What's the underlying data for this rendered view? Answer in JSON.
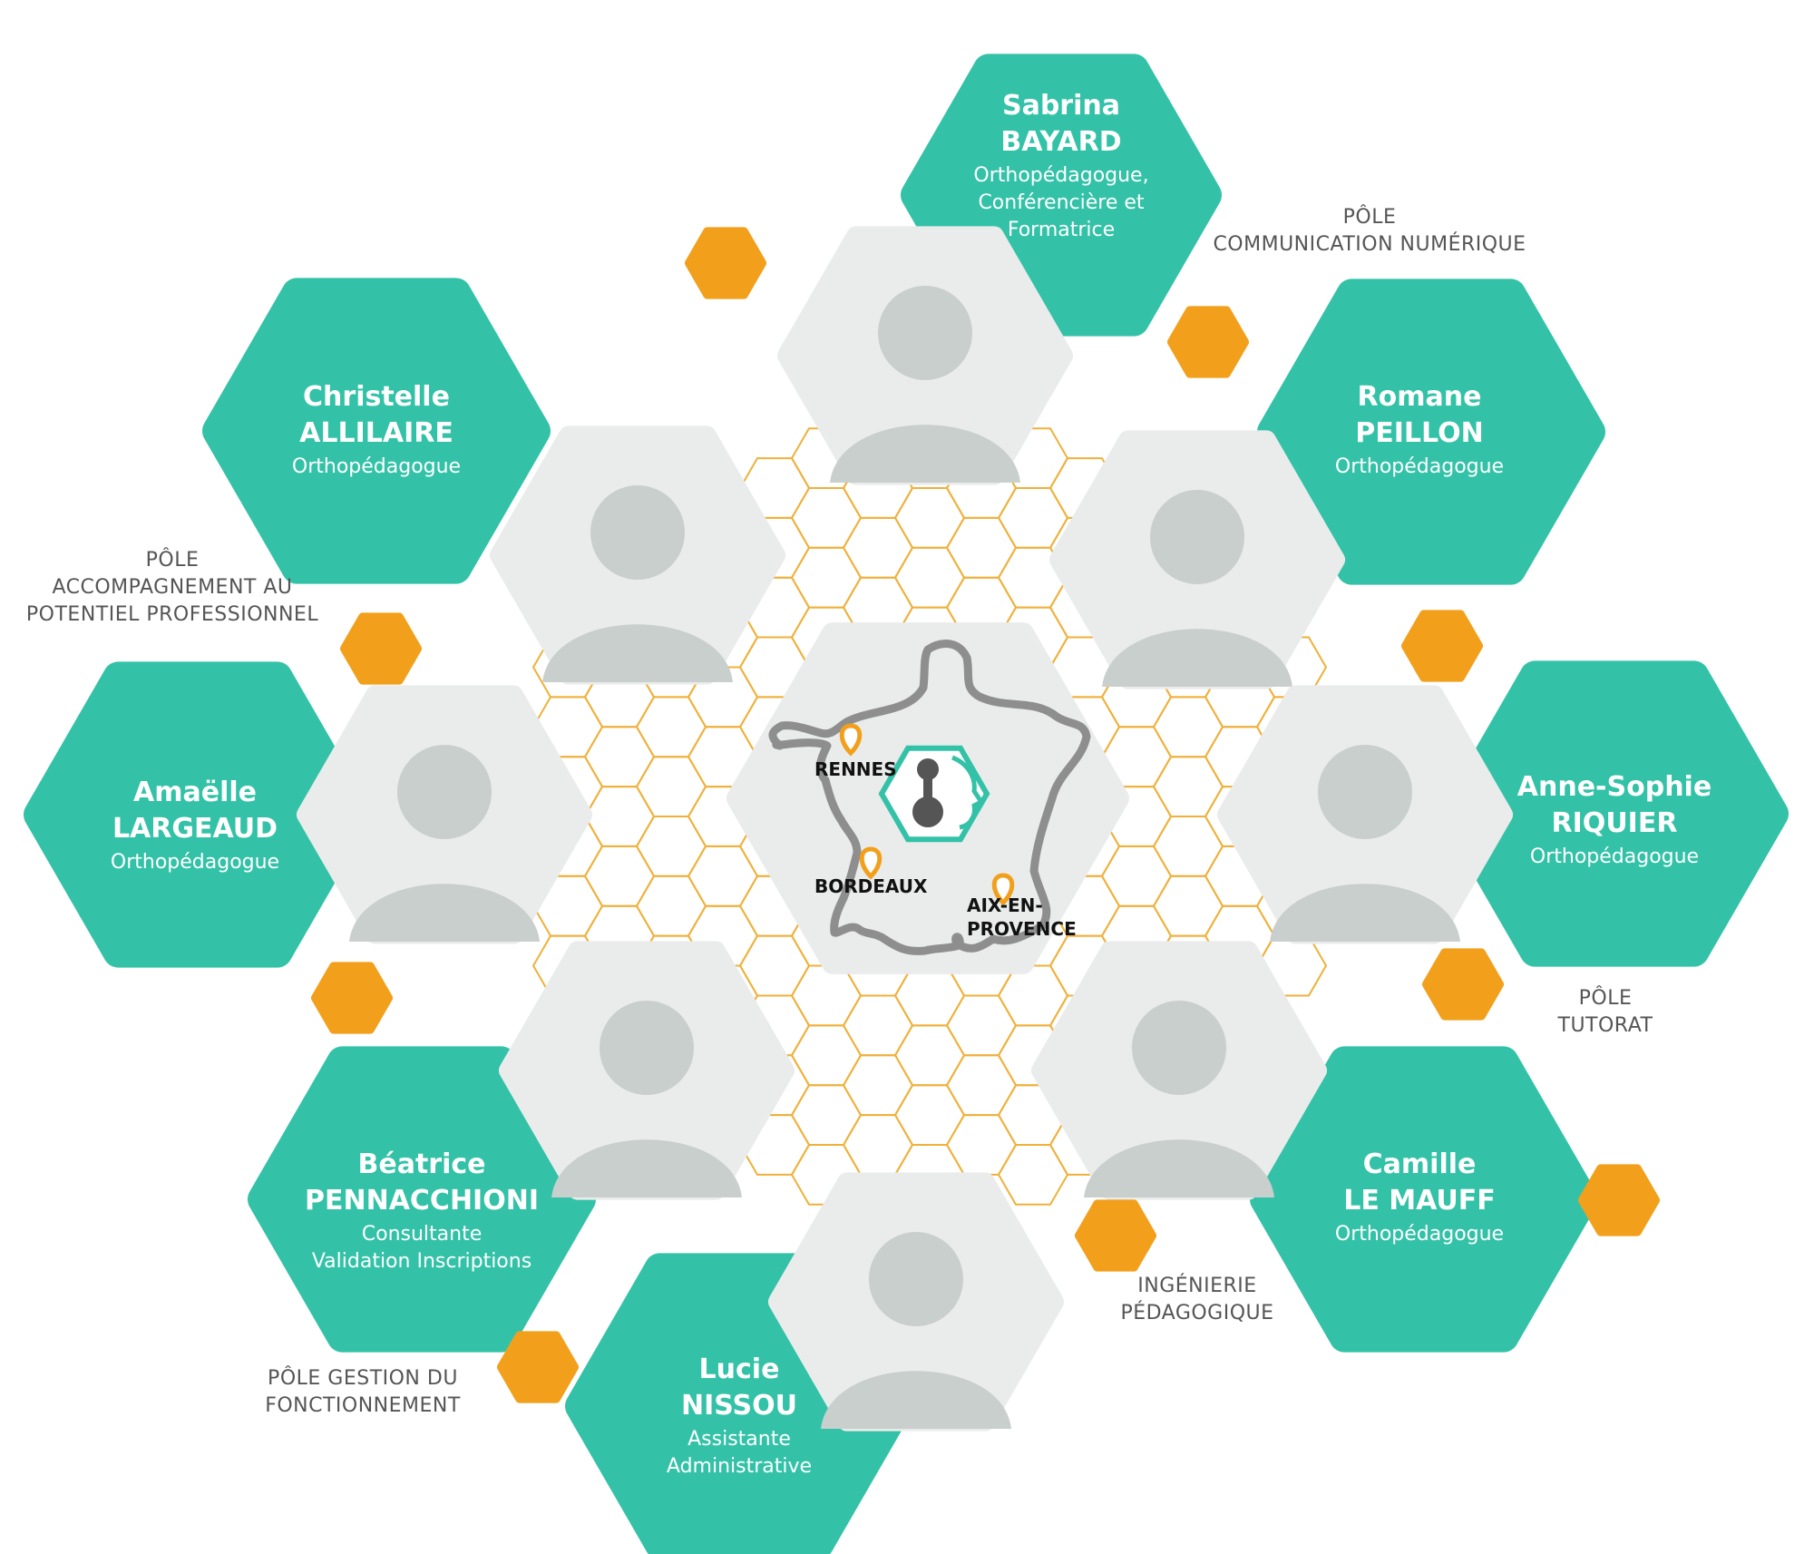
{
  "colors": {
    "teal": "#33c2a7",
    "orange": "#f2a01c",
    "photo_bg": "#e9eceb",
    "honeycomb_line": "#f0b03a",
    "map_outline": "#8e8e8e",
    "text_gray": "#555555"
  },
  "people": [
    {
      "id": "sabrina",
      "first": "Sabrina",
      "last": "BAYARD",
      "role": [
        "Orthopédagogue,",
        "Conférencière et",
        "Formatrice"
      ]
    },
    {
      "id": "christelle",
      "first": "Christelle",
      "last": "ALLILAIRE",
      "role": [
        "Orthopédagogue"
      ]
    },
    {
      "id": "romane",
      "first": "Romane",
      "last": "PEILLON",
      "role": [
        "Orthopédagogue"
      ]
    },
    {
      "id": "amaelle",
      "first": "Amaëlle",
      "last": "LARGEAUD",
      "role": [
        "Orthopédagogue"
      ]
    },
    {
      "id": "annesophie",
      "first": "Anne-Sophie",
      "last": "RIQUIER",
      "role": [
        "Orthopédagogue"
      ]
    },
    {
      "id": "beatrice",
      "first": "Béatrice",
      "last": "PENNACCHIONI",
      "role": [
        "Consultante",
        "Validation Inscriptions"
      ]
    },
    {
      "id": "camille",
      "first": "Camille",
      "last": "LE MAUFF",
      "role": [
        "Orthopédagogue"
      ]
    },
    {
      "id": "lucie",
      "first": "Lucie",
      "last": "NISSOU",
      "role": [
        "Assistante",
        "Administrative"
      ]
    }
  ],
  "poles": [
    {
      "id": "communication",
      "lines": [
        "PÔLE",
        "COMMUNICATION NUMÉRIQUE"
      ]
    },
    {
      "id": "accompagnement",
      "lines": [
        "PÔLE",
        "ACCOMPAGNEMENT AU",
        "POTENTIEL PROFESSIONNEL"
      ]
    },
    {
      "id": "tutorat",
      "lines": [
        "PÔLE",
        "TUTORAT"
      ]
    },
    {
      "id": "ingenierie",
      "lines": [
        "INGÉNIERIE",
        "PÉDAGOGIQUE"
      ]
    },
    {
      "id": "gestion",
      "lines": [
        "PÔLE GESTION DU",
        "FONCTIONNEMENT"
      ]
    }
  ],
  "map": {
    "cities": [
      {
        "id": "rennes",
        "lines": [
          "RENNES"
        ]
      },
      {
        "id": "bordeaux",
        "lines": [
          "BORDEAUX"
        ]
      },
      {
        "id": "aix",
        "lines": [
          "AIX-EN-",
          "PROVENCE"
        ]
      }
    ]
  }
}
